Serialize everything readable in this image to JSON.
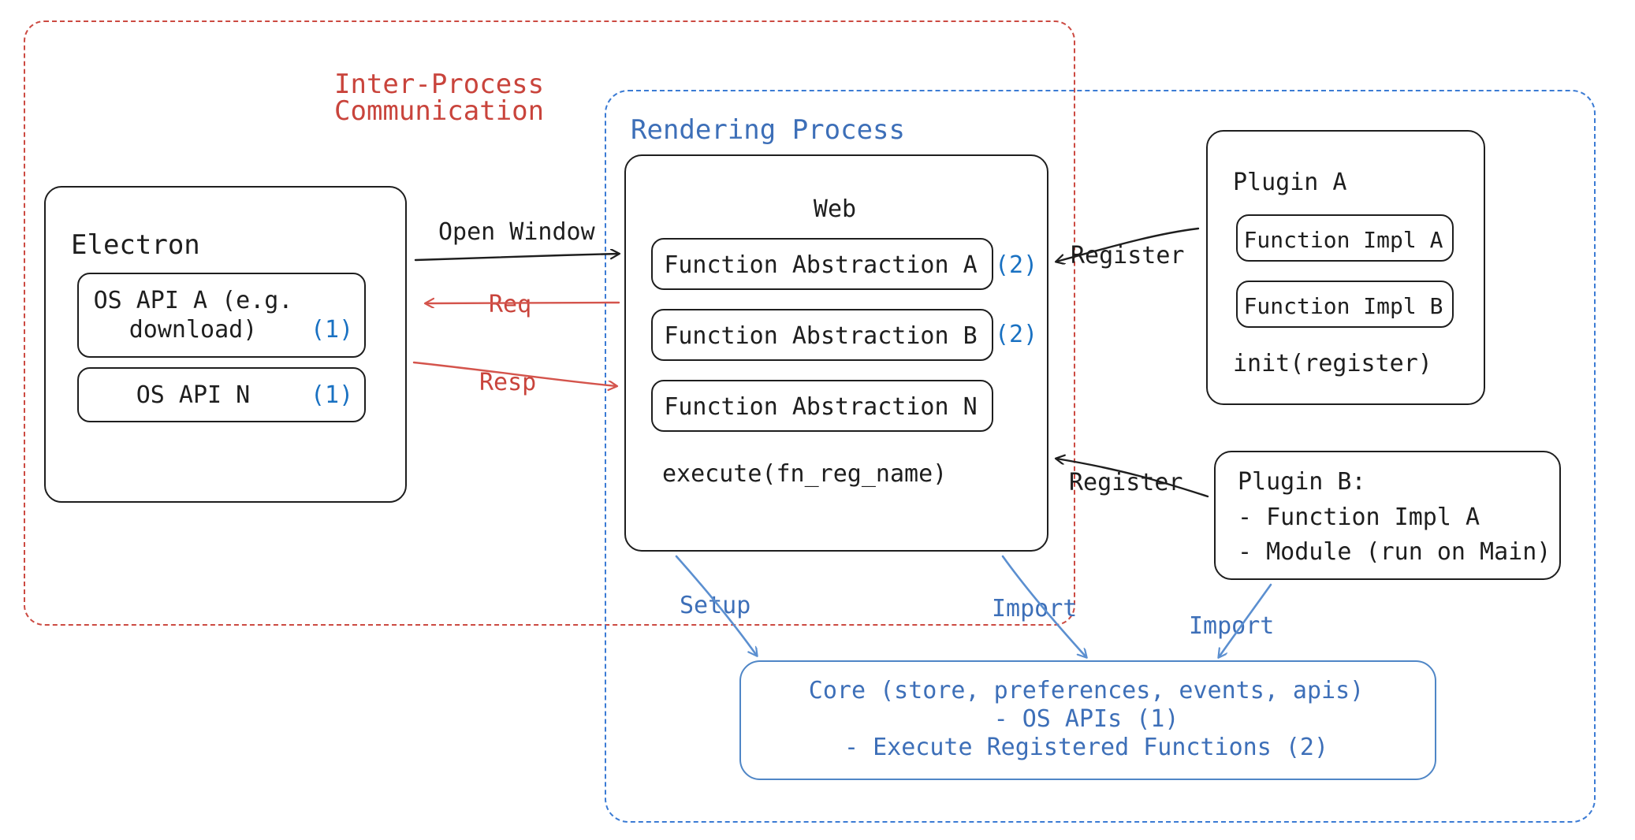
{
  "diagram": {
    "title": "Electron plugin architecture diagram",
    "colors": {
      "red": "#c9443c",
      "blue": "#3d6fb8",
      "blue_number": "#1971c2",
      "core_blue": "#4f86c6",
      "ink": "#1e1e1e"
    },
    "regions": {
      "ipc": {
        "label_line1": "Inter-Process",
        "label_line2": "Communication"
      },
      "rendering": {
        "label": "Rendering Process"
      }
    },
    "electron": {
      "title": "Electron",
      "items": [
        {
          "line1": "OS API A (e.g.",
          "line2": "download)",
          "badge": "(1)"
        },
        {
          "line1": "OS API N",
          "line2": "",
          "badge": "(1)"
        }
      ]
    },
    "web": {
      "title": "Web",
      "abstractions": [
        {
          "label": "Function Abstraction A",
          "badge": "(2)"
        },
        {
          "label": "Function Abstraction B",
          "badge": "(2)"
        },
        {
          "label": "Function Abstraction N",
          "badge": ""
        }
      ],
      "footer": "execute(fn_reg_name)"
    },
    "plugin_a": {
      "title": "Plugin A",
      "items": [
        "Function Impl A",
        "Function Impl B"
      ],
      "footer": "init(register)"
    },
    "plugin_b": {
      "title": "Plugin B:",
      "items": [
        "- Function Impl A",
        "- Module (run on Main)"
      ]
    },
    "core": {
      "line1": "Core (store, preferences, events, apis)",
      "line2": "- OS APIs (1)",
      "line3": "- Execute Registered Functions (2)"
    },
    "edges": {
      "open_window": "Open Window",
      "req": "Req",
      "resp": "Resp",
      "register_a": "Register",
      "register_b": "Register",
      "setup": "Setup",
      "import_web": "Import",
      "import_plugin_b": "Import"
    }
  }
}
